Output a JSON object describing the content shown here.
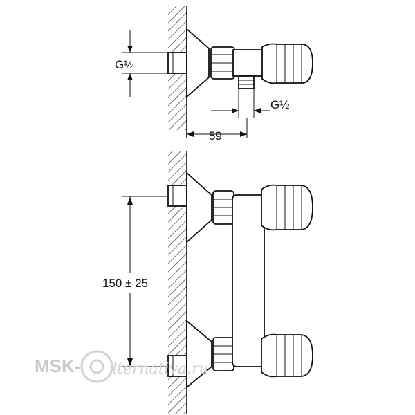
{
  "dimensions": {
    "inlet_thread": "G½",
    "outlet_thread": "G½",
    "projection": "59",
    "centre_distance": "150 ± 25"
  },
  "watermark": {
    "brand": "MSK-",
    "script": "lternativa.ru"
  }
}
